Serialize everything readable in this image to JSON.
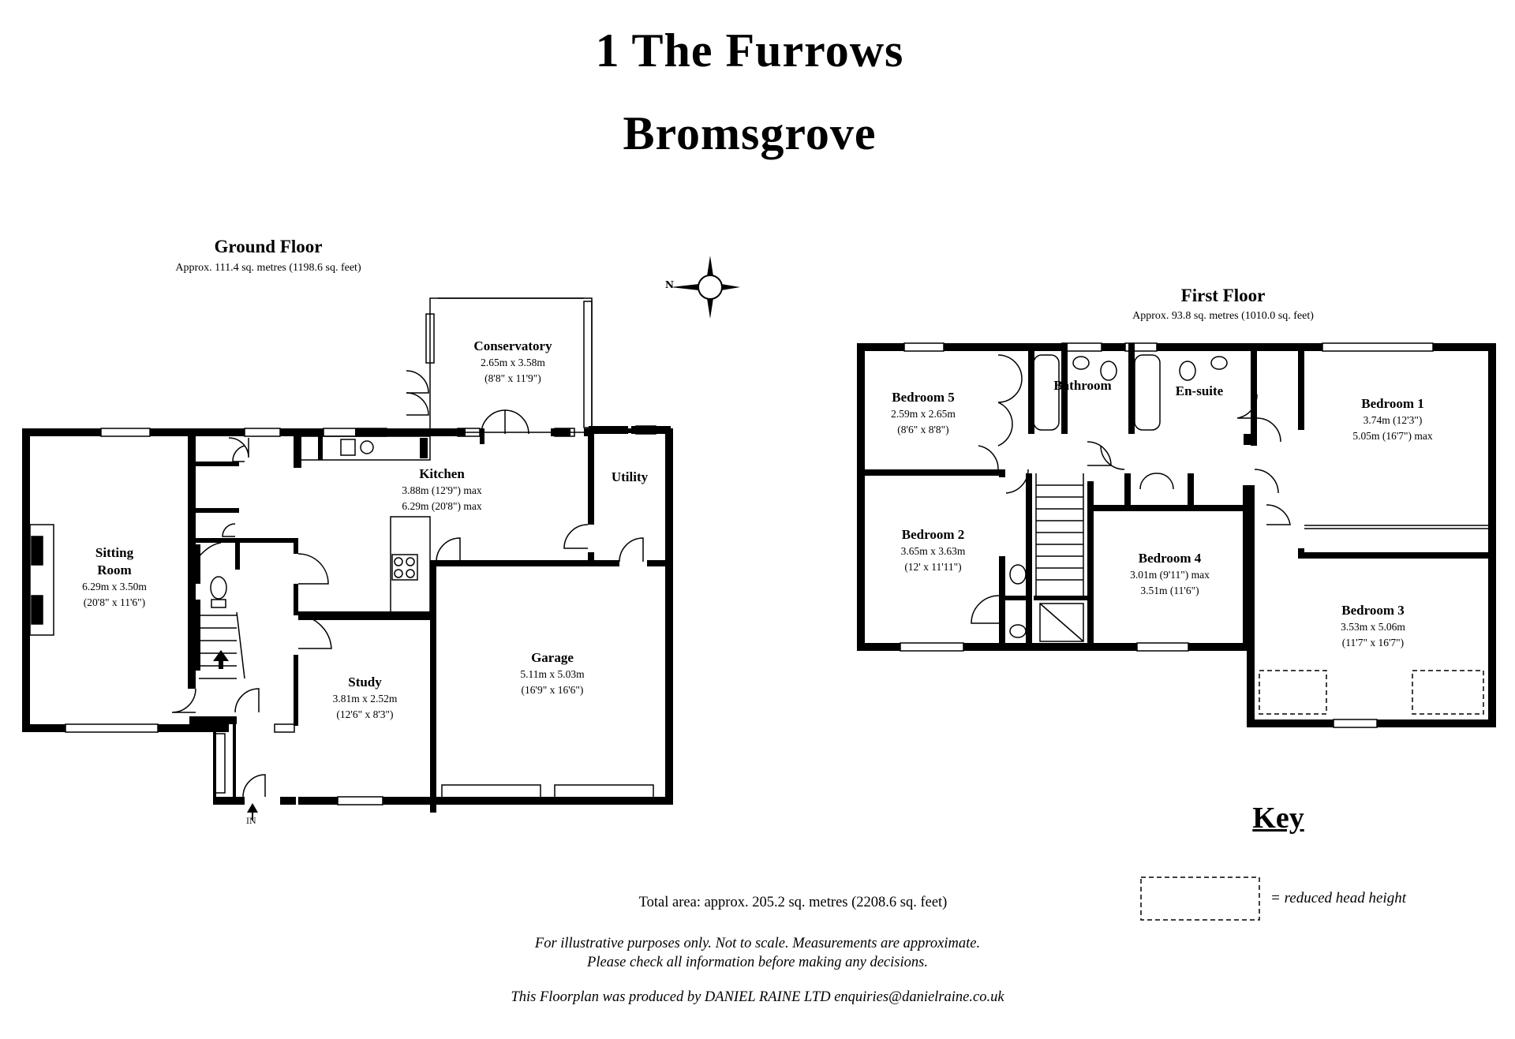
{
  "title": {
    "line1": "1 The Furrows",
    "line2": "Bromsgrove"
  },
  "compass": {
    "label": "N"
  },
  "entrance": {
    "label": "IN"
  },
  "ground_floor": {
    "name": "Ground Floor",
    "area": "Approx. 111.4 sq. metres (1198.6 sq. feet)",
    "rooms": {
      "sitting_room": {
        "name_line1": "Sitting",
        "name_line2": "Room",
        "dim_metric": "6.29m x 3.50m",
        "dim_imperial": "(20'8\" x 11'6\")"
      },
      "conservatory": {
        "name": "Conservatory",
        "dim_metric": "2.65m x 3.58m",
        "dim_imperial": "(8'8\" x 11'9\")"
      },
      "kitchen": {
        "name": "Kitchen",
        "dim_line1": "3.88m (12'9\") max",
        "dim_line2": "6.29m (20'8\") max"
      },
      "utility": {
        "name": "Utility"
      },
      "garage": {
        "name": "Garage",
        "dim_metric": "5.11m x 5.03m",
        "dim_imperial": "(16'9\" x 16'6\")"
      },
      "study": {
        "name": "Study",
        "dim_metric": "3.81m x 2.52m",
        "dim_imperial": "(12'6\" x 8'3\")"
      }
    }
  },
  "first_floor": {
    "name": "First Floor",
    "area": "Approx.  93.8 sq. metres (1010.0 sq. feet)",
    "rooms": {
      "bedroom5": {
        "name": "Bedroom 5",
        "dim_metric": "2.59m x 2.65m",
        "dim_imperial": "(8'6\" x 8'8\")"
      },
      "bathroom": {
        "name": "Bathroom"
      },
      "ensuite": {
        "name": "En-suite"
      },
      "bedroom1": {
        "name": "Bedroom 1",
        "dim_line1": "3.74m (12'3\")",
        "dim_line2": "5.05m (16'7\") max"
      },
      "bedroom2": {
        "name": "Bedroom 2",
        "dim_metric": "3.65m x 3.63m",
        "dim_imperial": "(12' x 11'11\")"
      },
      "bedroom4": {
        "name": "Bedroom 4",
        "dim_line1": "3.01m (9'11\") max",
        "dim_line2": "3.51m (11'6\")"
      },
      "bedroom3": {
        "name": "Bedroom 3",
        "dim_metric": "3.53m x 5.06m",
        "dim_imperial": "(11'7\" x 16'7\")"
      }
    }
  },
  "key": {
    "title": "Key",
    "reduced_head_height": "= reduced head height"
  },
  "total_area": "Total area: approx. 205.2 sq. metres (2208.6 sq. feet)",
  "disclaimer": {
    "line1": "For illustrative purposes only. Not to scale. Measurements are approximate.",
    "line2": "Please check all information before making any decisions."
  },
  "credit": "This Floorplan was produced by DANIEL RAINE LTD enquiries@danielraine.co.uk"
}
